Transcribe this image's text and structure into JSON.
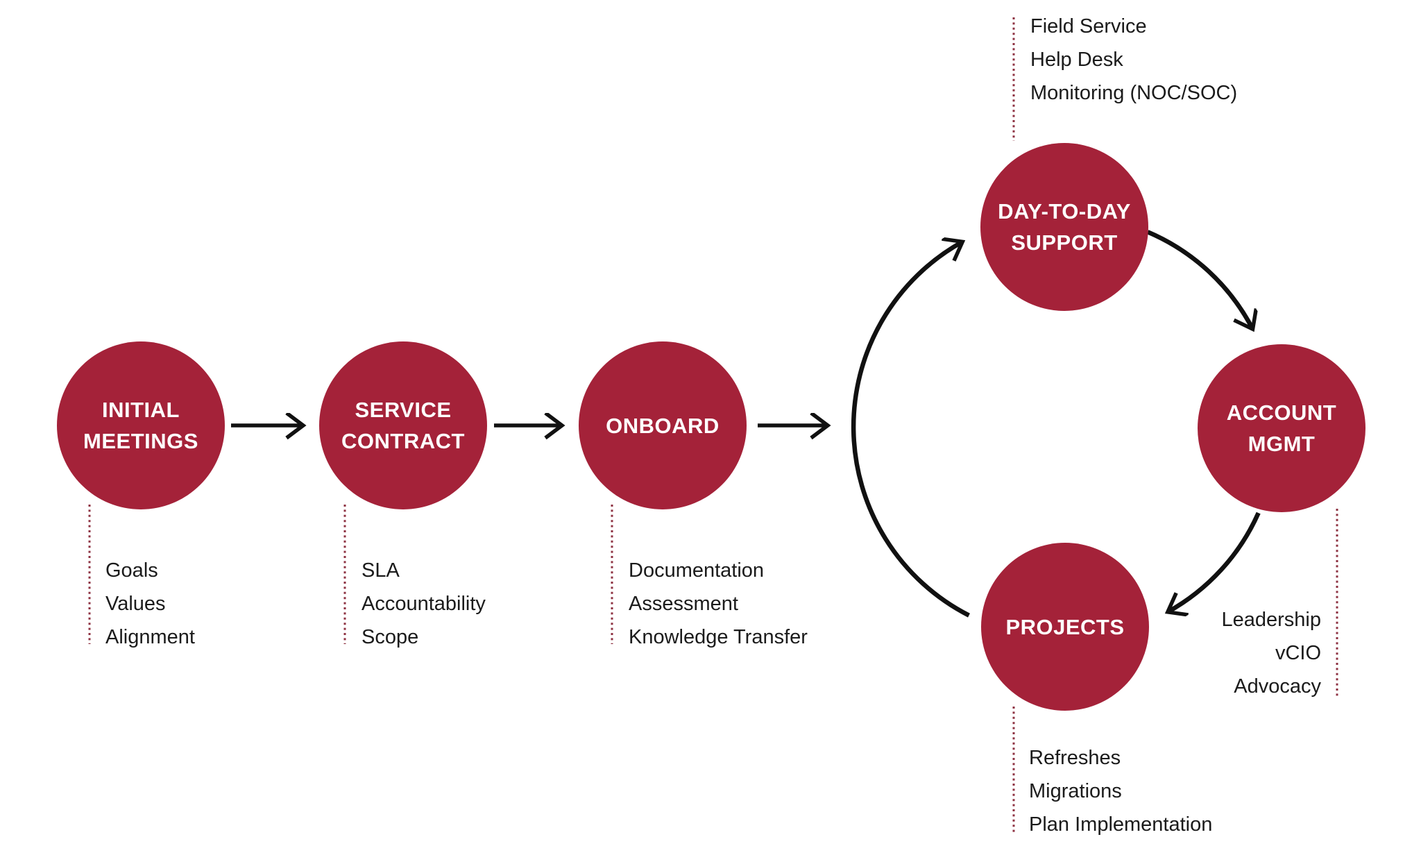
{
  "colors": {
    "node_fill": "#A42239",
    "node_text": "#FFFFFF",
    "arrow": "#111111",
    "dotted_line": "#8E3242",
    "detail_text": "#1B1B1B",
    "background": "#FFFFFF"
  },
  "stages": [
    {
      "name": "INITIAL MEETINGS",
      "line1": "INITIAL",
      "line2": "MEETINGS",
      "details": [
        "Goals",
        "Values",
        "Alignment"
      ]
    },
    {
      "name": "SERVICE CONTRACT",
      "line1": "SERVICE",
      "line2": "CONTRACT",
      "details": [
        "SLA",
        "Accountability",
        "Scope"
      ]
    },
    {
      "name": "ONBOARD",
      "line1": "ONBOARD",
      "details": [
        "Documentation",
        "Assessment",
        "Knowledge Transfer"
      ]
    },
    {
      "name": "DAY-TO-DAY SUPPORT",
      "line1": "DAY-TO-DAY",
      "line2": "SUPPORT",
      "details": [
        "Field Service",
        "Help Desk",
        "Monitoring (NOC/SOC)"
      ]
    },
    {
      "name": "ACCOUNT MGMT",
      "line1": "ACCOUNT",
      "line2": "MGMT",
      "details": [
        "Leadership",
        "vCIO",
        "Advocacy"
      ]
    },
    {
      "name": "PROJECTS",
      "line1": "PROJECTS",
      "details": [
        "Refreshes",
        "Migrations",
        "Plan Implementation"
      ]
    }
  ]
}
